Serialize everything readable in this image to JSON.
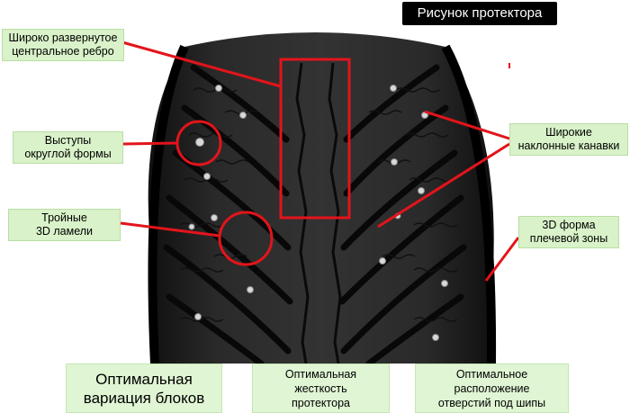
{
  "title": "Рисунок протектора",
  "callouts": {
    "center_rib": {
      "line1": "Широко развернутое",
      "line2": "центральное ребро"
    },
    "rounded_blocks": {
      "line1": "Выступы",
      "line2": "округлой формы"
    },
    "triple_sipes": {
      "line1": "Тройные",
      "line2": "3D ламели"
    },
    "wide_grooves": {
      "line1": "Широкие",
      "line2": "наклонные канавки"
    },
    "shoulder_3d": {
      "line1": "3D форма",
      "line2": "плечевой зоны"
    }
  },
  "footer": {
    "block_variation": {
      "line1": "Оптимальная",
      "line2": "вариация блоков"
    },
    "stiffness": {
      "line1": "Оптимальная",
      "line2": "жесткость",
      "line3": "протектора"
    },
    "stud_holes": {
      "line1": "Оптимальное",
      "line2": "расположение",
      "line3": "отверстий под шипы"
    }
  },
  "colors": {
    "annotation": "#e3141b",
    "callout_bg": "#d9f2c9",
    "tire": "#1e1e1e",
    "stud": "#d8d8d8"
  }
}
